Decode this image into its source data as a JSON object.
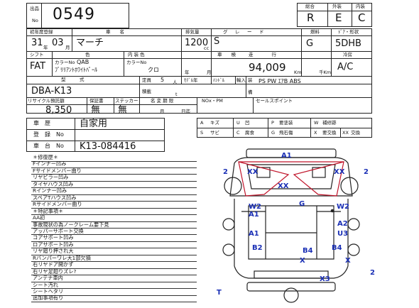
{
  "header": {
    "lot_label_top": "出品",
    "lot_label_bottom": "No",
    "lot_number": "0549",
    "overall_label": "総合",
    "exterior_label": "外装",
    "interior_label": "内装",
    "overall_grade": "R",
    "exterior_grade": "E",
    "interior_grade": "C"
  },
  "row1": {
    "first_reg_label": "初年度登録",
    "car_name_label": "車　　名",
    "displacement_label": "排気量",
    "grade_label": "グ　レ　ー　ド",
    "fuel_label": "燃料",
    "door_shape_label": "ﾄﾞｱ・形状",
    "year": "31",
    "month": "03",
    "year_unit": "年",
    "month_unit": "月",
    "car_name": "マーチ",
    "displacement": "1200",
    "displacement_unit": "cc",
    "grade": "S",
    "fuel": "G",
    "door_shape": "5DHB"
  },
  "row2": {
    "shift_label": "シフト",
    "color_label": "色",
    "interior_color_label": "内 装 色",
    "inspection_label": "車　　検",
    "mileage_label": "走　　　　行",
    "ac_label": "冷房",
    "shift": "FAT",
    "color_no_label": "カラーNo",
    "color_no": "QAB",
    "color_name": "ﾌﾞﾘﾘｱﾝﾄﾎﾜｲﾄﾊﾟｰﾙ",
    "int_color_no_label": "カラーNo",
    "int_color": "クロ",
    "insp_year_unit": "年",
    "insp_month_unit": "月",
    "mileage": "94,009",
    "mileage_unit": "Km",
    "k_unit": "千Km",
    "ac": "A/C"
  },
  "row3": {
    "model_label": "型　　　式",
    "capacity_label": "定員",
    "capacity": "5",
    "capacity_unit": "人",
    "model_change_label": "ﾓﾃﾞﾙ年",
    "handle_label": "ﾊﾝﾄﾞﾙ",
    "import_label": "輸入",
    "equipment_label": "装",
    "equipment_label2": "備",
    "model": "DBA-K13",
    "load_label": "積載",
    "load_unit": "t",
    "equipment": "PS PW ｴｱB ABS"
  },
  "row4": {
    "recycle_label": "リサイクル預託額",
    "warranty_label": "保証書",
    "sticker_label": "ステッカー",
    "name_change_label": "名 変 期 限",
    "nox_label": "NOx・PM",
    "sales_point_label": "セールスポイント",
    "recycle": "8,350",
    "warranty": "無",
    "sticker": "無",
    "nc_month_unit": "月",
    "nc_day_unit": "日迄"
  },
  "reg": {
    "history_label": "車　歴",
    "history": "自家用",
    "reg_no_label": "登　録　No",
    "reg_no": "",
    "chassis_label": "車　台　No",
    "chassis_no": "K13-084416"
  },
  "legend": [
    [
      "A",
      "キズ",
      "U",
      "凹",
      "P",
      "要塗装",
      "W",
      "補修跡"
    ],
    [
      "S",
      "サビ",
      "C",
      "腐食",
      "G",
      "飛石傷",
      "X",
      "要交換",
      "XX",
      "交換"
    ]
  ],
  "notes": [
    "＊修復歴＊",
    "Fインナー凹み",
    "Fサイドメンバー曲り",
    "リヤピラー凹み",
    "タイヤハウス凹み",
    "Rインナー凹み",
    "スペアTハウス凹み",
    "Rサイドメンバー曲り",
    "＊特記事項＊",
    "AA初",
    "事故現状の為ノークレーム要下見",
    "アッパーサポート交換",
    "コアサポート凹み",
    "ロアサポート凹み",
    "リヤ廻り押され大",
    "Rバンパーワレ大1部欠損",
    "右リヤドア開かず",
    "右リヤ足廻りズレ?",
    "アンテナ車内",
    "シート汚れ",
    "シートヘタリ",
    "追加事項有り"
  ],
  "diagram": {
    "marks": [
      "A1",
      "XX",
      "2",
      "XX",
      "2",
      "XX",
      "W2",
      "G",
      "W2",
      "A1",
      "A2",
      "A1",
      "U3",
      "B2",
      "B4",
      "B4",
      "X",
      "X",
      "X3",
      "2",
      "T"
    ]
  }
}
